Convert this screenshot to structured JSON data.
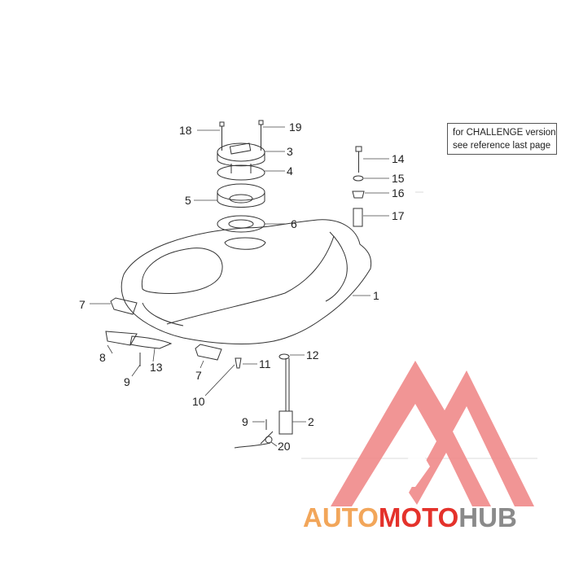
{
  "note": {
    "line1": "for CHALLENGE version",
    "line2": "see reference last page"
  },
  "callouts": {
    "p1": "1",
    "p2": "2",
    "p3": "3",
    "p4": "4",
    "p5": "5",
    "p6": "6",
    "p7a": "7",
    "p7b": "7",
    "p8": "8",
    "p9a": "9",
    "p9b": "9",
    "p10": "10",
    "p11": "11",
    "p12": "12",
    "p13": "13",
    "p14": "14",
    "p15": "15",
    "p16": "16",
    "p17": "17",
    "p18": "18",
    "p19": "19",
    "p20": "20"
  },
  "watermark": {
    "part1": "AUTO",
    "part2": "MOTO",
    "part3": "HUB",
    "colors": {
      "orange": "#f2a65a",
      "red": "#e4322b",
      "gray": "#8a8a8a",
      "logo": "#f08a8a"
    }
  }
}
